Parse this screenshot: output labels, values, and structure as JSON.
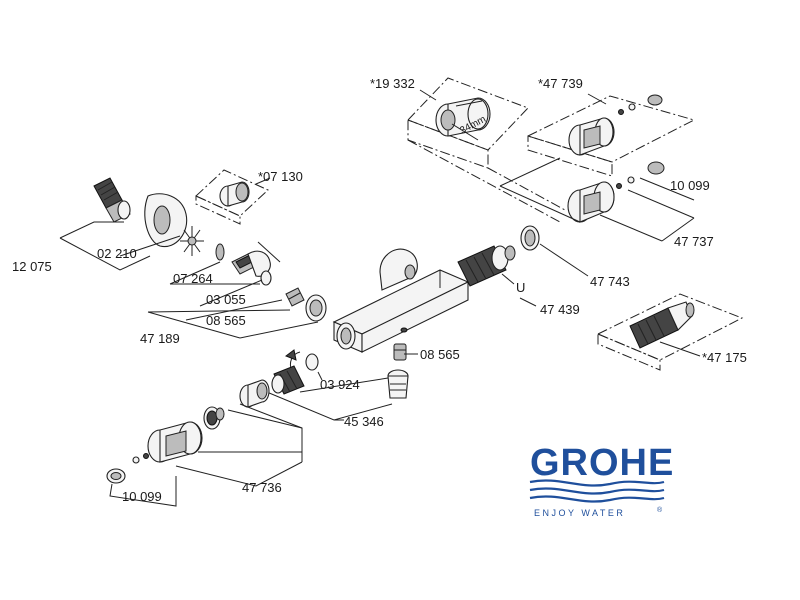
{
  "labels": {
    "p19332": "*19 332",
    "dim34": "34mm",
    "p47739": "*47 739",
    "p10099_right": "10 099",
    "p47737": "47 737",
    "p07130": "*07 130",
    "p02210": "02 210",
    "p12075": "12 075",
    "p07264": "07 264",
    "p03055": "03 055",
    "p08565_left": "08 565",
    "p47189": "47 189",
    "p47743": "47 743",
    "u_mark": "U",
    "p47439": "47 439",
    "p47175": "*47 175",
    "p08565_mid": "08 565",
    "p03924": "03 924",
    "p45346": "45 346",
    "p10099_left": "10 099",
    "p47736": "47 736"
  },
  "brand": {
    "name": "GROHE",
    "tagline": "ENJOY WATER",
    "trademark": "®",
    "color": "#1f4f9c"
  }
}
